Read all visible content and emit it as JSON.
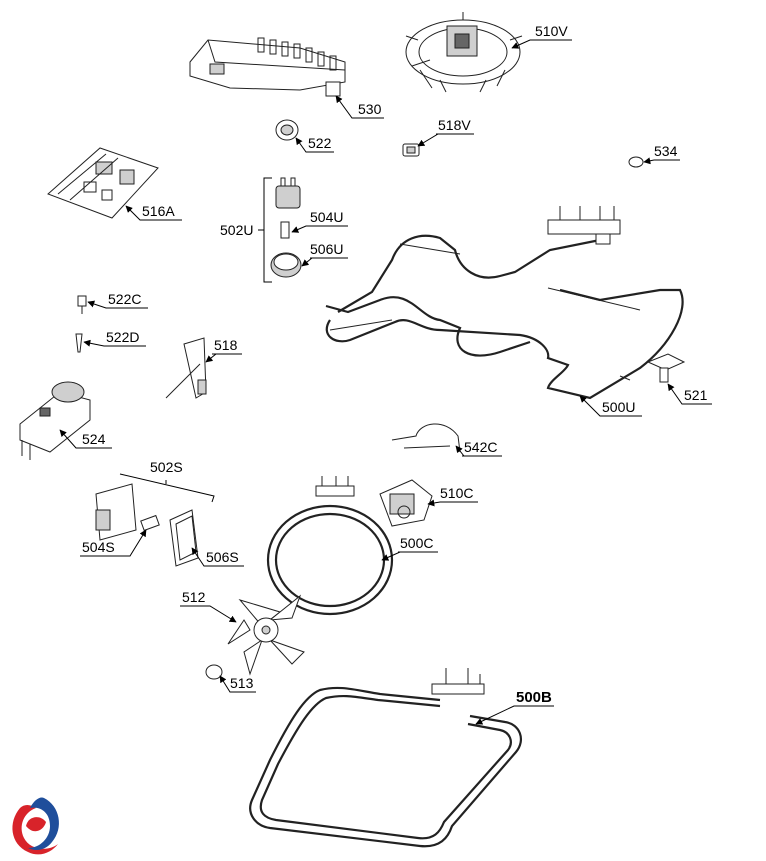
{
  "labels": {
    "p510V": "510V",
    "p530": "530",
    "p522": "522",
    "p518V": "518V",
    "p534": "534",
    "p516A": "516A",
    "p502U": "502U",
    "p504U": "504U",
    "p506U": "506U",
    "p522C": "522C",
    "p522D": "522D",
    "p518": "518",
    "p524": "524",
    "p500U": "500U",
    "p521": "521",
    "p542C": "542C",
    "p502S": "502S",
    "p510C": "510C",
    "p504S": "504S",
    "p506S": "506S",
    "p500C": "500C",
    "p512": "512",
    "p513": "513",
    "p500B": "500B"
  },
  "logo": {
    "icon": "brand-logo-icon",
    "colors": {
      "red": "#d8232a",
      "blue": "#1f4e9b"
    }
  }
}
